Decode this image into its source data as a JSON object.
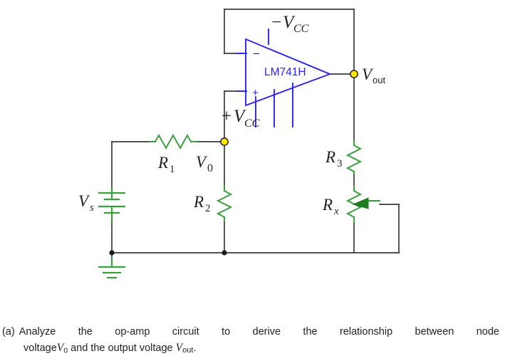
{
  "figure": {
    "name": "op-amp-circuit-diagram",
    "opamp": {
      "part_label": "LM741H",
      "inverting_input_label": "−",
      "noninverting_input_label": "+",
      "negative_supply_label_sign": "−",
      "negative_supply_label_v": "V",
      "negative_supply_label_sub": "CC",
      "positive_supply_label_sign": "+",
      "positive_supply_label_v": "V",
      "positive_supply_label_sub": "CC"
    },
    "nodes": [
      {
        "id": "node-vout",
        "label_v": "V",
        "label_sub": "out",
        "marker_color": "#ffe400"
      },
      {
        "id": "node-v0",
        "label_v": "V",
        "label_sub": "0",
        "marker_color": "#ffe400"
      }
    ],
    "source": {
      "id": "voltage-source-vs",
      "label_v": "V",
      "label_sub": "s",
      "type": "battery"
    },
    "resistors": [
      {
        "id": "resistor-r1",
        "label_r": "R",
        "label_sub": "1",
        "orientation": "horizontal"
      },
      {
        "id": "resistor-r2",
        "label_r": "R",
        "label_sub": "2",
        "orientation": "vertical"
      },
      {
        "id": "resistor-r3",
        "label_r": "R",
        "label_sub": "3",
        "orientation": "vertical"
      },
      {
        "id": "resistor-rx",
        "label_r": "R",
        "label_sub": "x",
        "orientation": "vertical",
        "type": "potentiometer"
      }
    ],
    "ground": {
      "id": "ground-symbol",
      "type": "earth-ground"
    },
    "colors": {
      "wire": "#3a3a3a",
      "component": "#37a03c",
      "opamp": "#2a24ee",
      "node_fill": "#ffe400",
      "text": "#231f20"
    }
  },
  "caption": {
    "marker": "(a)",
    "line1": "Analyze the op-amp circuit to derive the relationship between node",
    "line2_before": "voltage",
    "line2_v0_v": "V",
    "line2_v0_sub": "0",
    "line2_middle": "and the output voltage",
    "line2_vout_v": "V",
    "line2_vout_sub": "out",
    "line2_after": "."
  }
}
